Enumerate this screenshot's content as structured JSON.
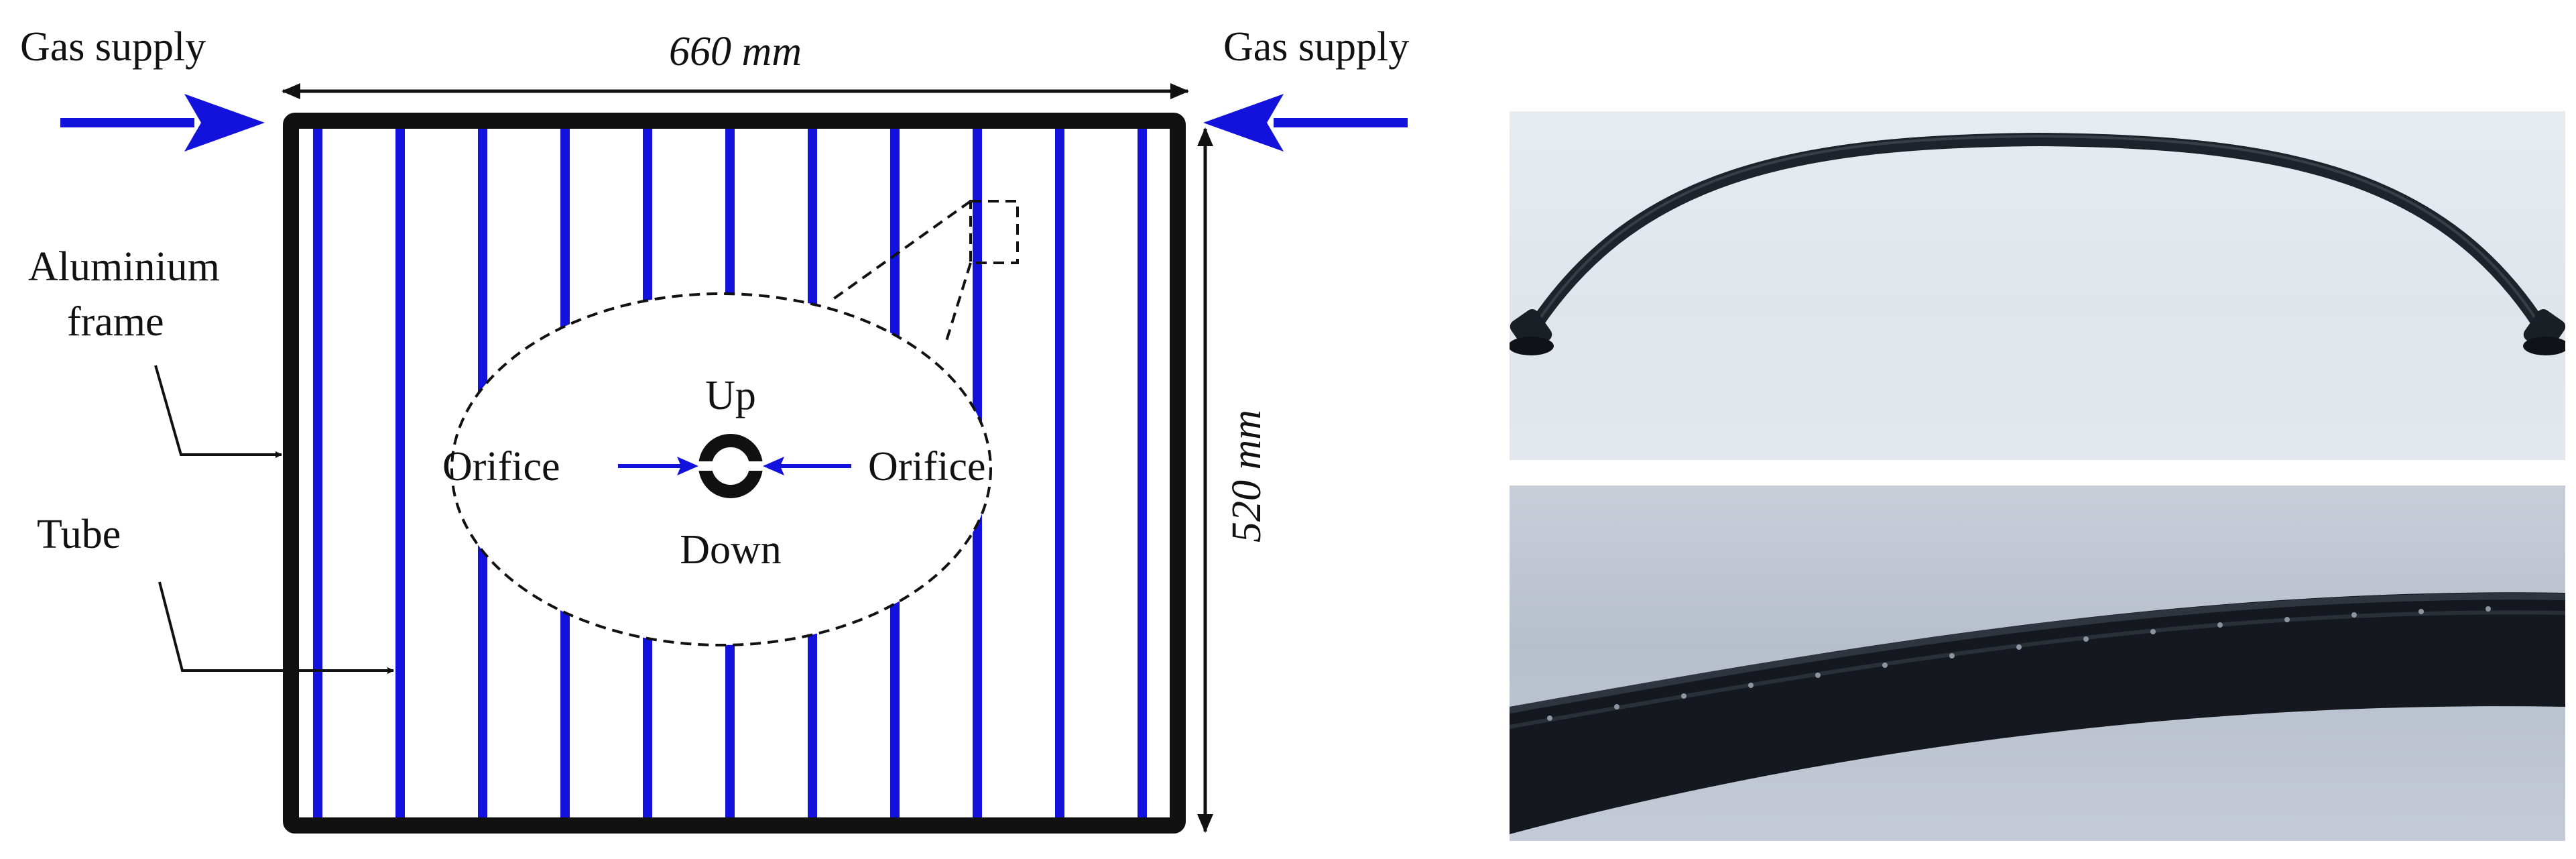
{
  "labels": {
    "gas_supply_left": "Gas supply",
    "gas_supply_right": "Gas supply",
    "width_dimension": "660 mm",
    "height_dimension": "520 mm",
    "frame_label_line1": "Aluminium",
    "frame_label_line2": "frame",
    "tube_label": "Tube",
    "cross_section_up": "Up",
    "cross_section_down": "Down",
    "orifice_left": "Orifice",
    "orifice_right": "Orifice"
  },
  "colors": {
    "frame": "#111111",
    "tube": "#1212dc",
    "arrow": "#1212dc",
    "text": "#111111"
  },
  "photos": [
    {
      "name": "curved-tube-photo"
    },
    {
      "name": "tube-orifices-closeup-photo"
    }
  ]
}
